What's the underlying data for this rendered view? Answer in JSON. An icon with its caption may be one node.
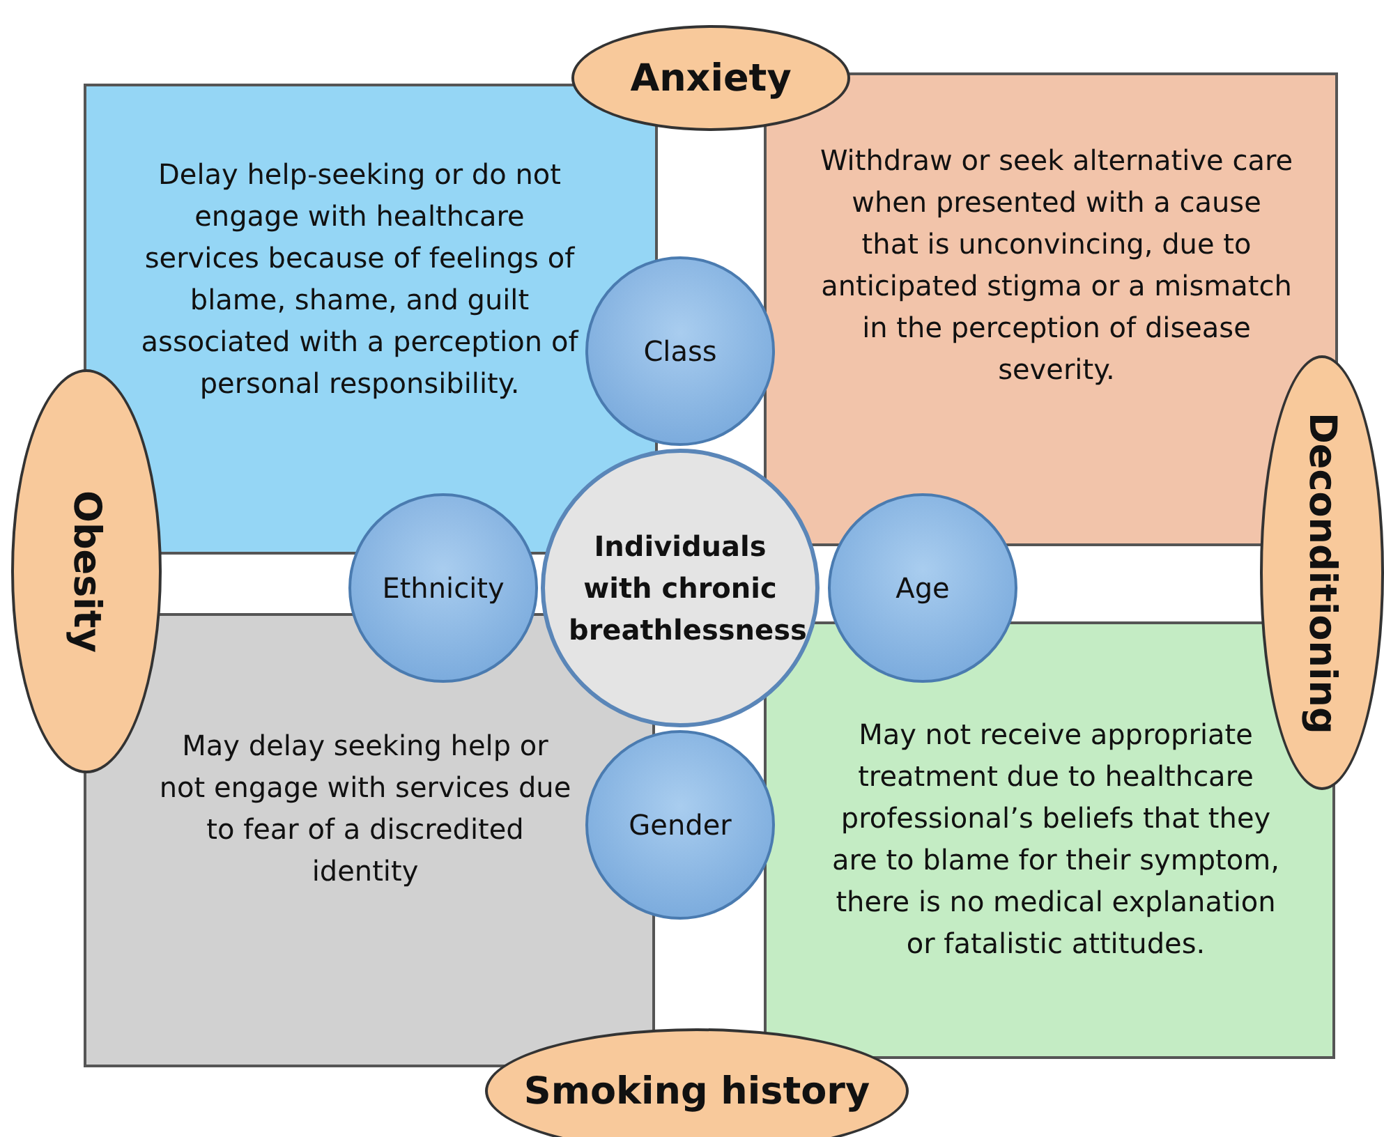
{
  "diagram": {
    "nodes": [
      {
        "text": [
          "Anxiety"
        ]
      },
      {
        "text": [
          "Delay help-seeking or do not engage with healthcare services because of feelings of blame, shame, and guilt associated with a perception of personal responsibility."
        ]
      },
      {
        "text": [
          "Withdraw or seek alternative care when presented with a cause that is unconvincing, due to anticipated stigma or a mismatch in the perception of disease severity."
        ]
      },
      {
        "text": [
          "Class"
        ]
      },
      {
        "text": [
          "Obesity"
        ]
      },
      {
        "text": [
          "Ethnicity"
        ]
      },
      {
        "text": [
          "Individuals with chronic breathlessness"
        ]
      },
      {
        "text": [
          "Age"
        ]
      },
      {
        "text": [
          "Deconditioning"
        ]
      },
      {
        "text": [
          "May delay seeking help or not engage with services due to fear of a discredited identity"
        ]
      },
      {
        "text": [
          "Gender"
        ]
      },
      {
        "text": [
          "May not receive appropriate treatment due to healthcare professional’s beliefs that they are to blame for their symptom, there is no medical explanation or fatalistic attitudes."
        ]
      },
      {
        "text": [
          "Smoking history"
        ]
      }
    ]
  }
}
